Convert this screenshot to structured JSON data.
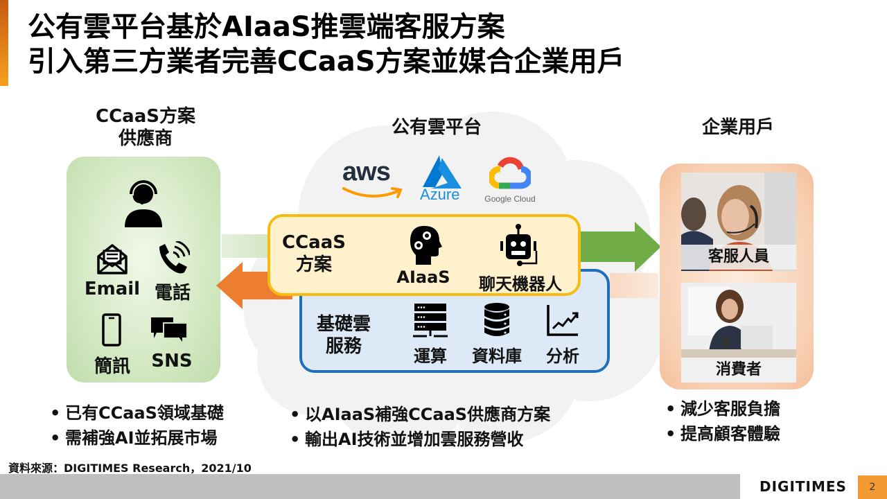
{
  "title": {
    "line1": "公有雲平台基於AIaaS推雲端客服方案",
    "line2": "引入第三方業者完善CCaaS方案並媒合企業用戶"
  },
  "left_column": {
    "heading_line1": "CCaaS方案",
    "heading_line2": "供應商",
    "agent_icon": "customer-service-agent-icon",
    "channels": [
      {
        "label": "Email",
        "icon": "email-envelope-icon"
      },
      {
        "label": "電話",
        "icon": "phone-icon"
      },
      {
        "label": "簡訊",
        "icon": "mobile-phone-icon"
      },
      {
        "label": "SNS",
        "icon": "chat-bubbles-icon"
      }
    ],
    "bullets": [
      "已有CCaaS領域基礎",
      "需補強AI並拓展市場"
    ]
  },
  "middle_column": {
    "heading": "公有雲平台",
    "providers": [
      {
        "name": "aws",
        "color": "#232f3e",
        "accent": "#ff9900"
      },
      {
        "name": "Azure",
        "color": "#0089d6"
      },
      {
        "name": "Google Cloud",
        "color": "#5f6368"
      }
    ],
    "ccaas_box": {
      "label_line1": "CCaaS",
      "label_line2": "方案",
      "items": [
        {
          "label": "AIaaS",
          "icon": "ai-brain-gears-icon"
        },
        {
          "label": "聊天機器人",
          "icon": "chatbot-robot-icon"
        }
      ],
      "border_color": "#f6bb10",
      "fill_color": "#fff1cc"
    },
    "infra_box": {
      "label_line1": "基礎雲",
      "label_line2": "服務",
      "items": [
        {
          "label": "運算",
          "icon": "server-icon"
        },
        {
          "label": "資料庫",
          "icon": "database-icon"
        },
        {
          "label": "分析",
          "icon": "line-chart-icon"
        }
      ],
      "border_color": "#1f6fba",
      "fill_color": "#dde9f6"
    },
    "bullets": [
      "以AIaaS補強CCaaS供應商方案",
      "輸出AI技術並增加雲服務營收"
    ]
  },
  "right_column": {
    "heading": "企業用戶",
    "photos": [
      {
        "caption": "客服人員"
      },
      {
        "caption": "消費者"
      }
    ],
    "bullets": [
      "減少客服負擔",
      "提高顧客體驗"
    ]
  },
  "arrows": {
    "to_providers_color": "#ed7d31",
    "to_enterprise_color": "#70ad47"
  },
  "source": "資料來源：DIGITIMES Research，2021/10",
  "footer": {
    "logo": "DIGITIMES",
    "page_number": "2",
    "page_color": "#f39a35"
  }
}
